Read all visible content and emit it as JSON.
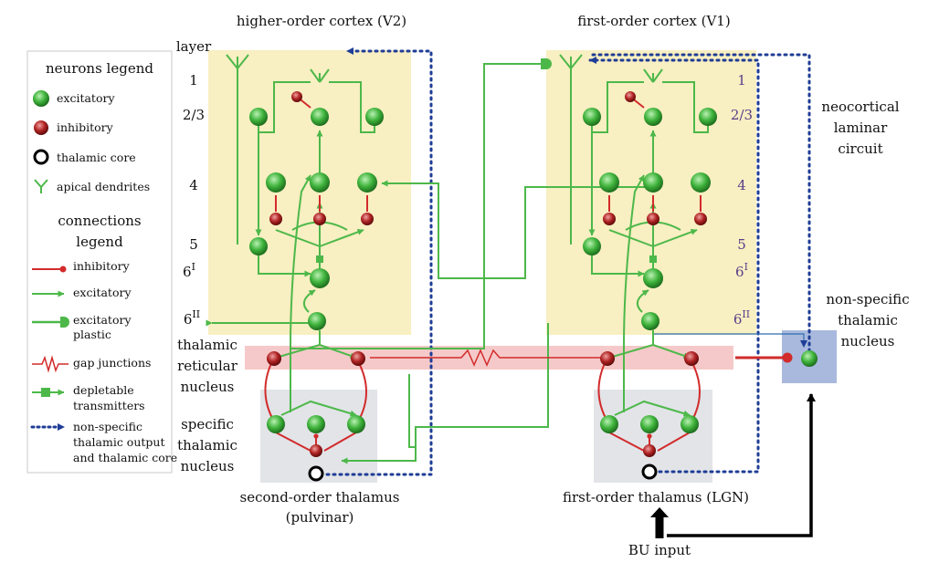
{
  "colors": {
    "excitatory": "#2f9a2f",
    "inhibitory": "#a01818",
    "connection_green": "#4db84a",
    "gap_red": "#d22b2b",
    "nonspecific_blue": "#1f3d96",
    "cortex_bg": "#f8efc2",
    "thalamus_bg": "#e2e4e8",
    "reticular_bg": "#f5c9c9",
    "nonspecific_box": "#a9b9dd"
  },
  "titles": {
    "v2": "higher-order cortex (V2)",
    "v1": "first-order cortex (V1)"
  },
  "layers": {
    "heading": "layer",
    "l1": "1",
    "l23": "2/3",
    "l4": "4",
    "l5": "5",
    "l6i_base": "6",
    "l6i_sup": "I",
    "l6ii_base": "6",
    "l6ii_sup": "II"
  },
  "regions": {
    "reticular": [
      "thalamic",
      "reticular",
      "nucleus"
    ],
    "specific": [
      "specific",
      "thalamic",
      "nucleus"
    ],
    "neocortical": [
      "neocortical",
      "laminar",
      "circuit"
    ],
    "nonspecific": [
      "non-specific",
      "thalamic",
      "nucleus"
    ]
  },
  "bottom_labels": {
    "second_order": [
      "second-order thalamus",
      "(pulvinar)"
    ],
    "first_order": "first-order thalamus (LGN)",
    "bu_input": "BU input"
  },
  "neurons_legend": {
    "title": "neurons legend",
    "items": [
      {
        "label": "excitatory",
        "icon": "excitatory-neuron-icon"
      },
      {
        "label": "inhibitory",
        "icon": "inhibitory-neuron-icon"
      },
      {
        "label": "thalamic core",
        "icon": "thalamic-core-icon"
      },
      {
        "label": "apical dendrites",
        "icon": "apical-dendrite-icon"
      }
    ]
  },
  "connections_legend": {
    "title": [
      "connections",
      "legend"
    ],
    "items": [
      {
        "label": [
          "inhibitory"
        ],
        "icon": "inhibitory-connection-icon"
      },
      {
        "label": [
          "excitatory"
        ],
        "icon": "excitatory-connection-icon"
      },
      {
        "label": [
          "excitatory",
          "plastic"
        ],
        "icon": "plastic-connection-icon"
      },
      {
        "label": [
          "gap junctions"
        ],
        "icon": "gap-junction-icon"
      },
      {
        "label": [
          "depletable",
          "transmitters"
        ],
        "icon": "depletable-transmitter-icon"
      },
      {
        "label": [
          "non-specific",
          "thalamic output",
          "and thalamic core"
        ],
        "icon": "nonspecific-output-icon"
      }
    ]
  }
}
